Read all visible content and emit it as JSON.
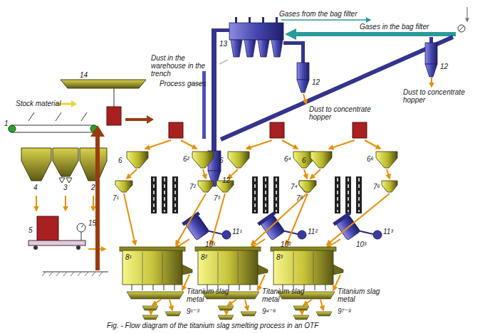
{
  "diagram": {
    "caption": "Fig. - Flow diagram of the titanium slag smelting process in an OTF",
    "labels": [
      "Gases from the bag filter",
      "Gases in the bag filter",
      "13",
      "Dust in the warehouse in the trench",
      "14",
      "Process gases",
      "12",
      "Dust to concentrate hopper",
      "12",
      "Dust to concentrate hopper",
      "Stock material",
      "1",
      "12",
      "6",
      "6²",
      "6",
      "6⁴",
      "6",
      "6⁶",
      "7¹",
      "7²",
      "7³",
      "7⁴",
      "7⁵",
      "7⁶",
      "4",
      "3",
      "2",
      "5",
      "15",
      "10¹",
      "10²",
      "10³",
      "11¹",
      "11²",
      "11³",
      "8¹",
      "8²",
      "8³",
      "Titanium slag metal",
      "Titanium slag metal",
      "Titanium slag metal",
      "9¹⁻³",
      "9⁴⁻⁶",
      "9⁷⁻⁹"
    ]
  }
}
